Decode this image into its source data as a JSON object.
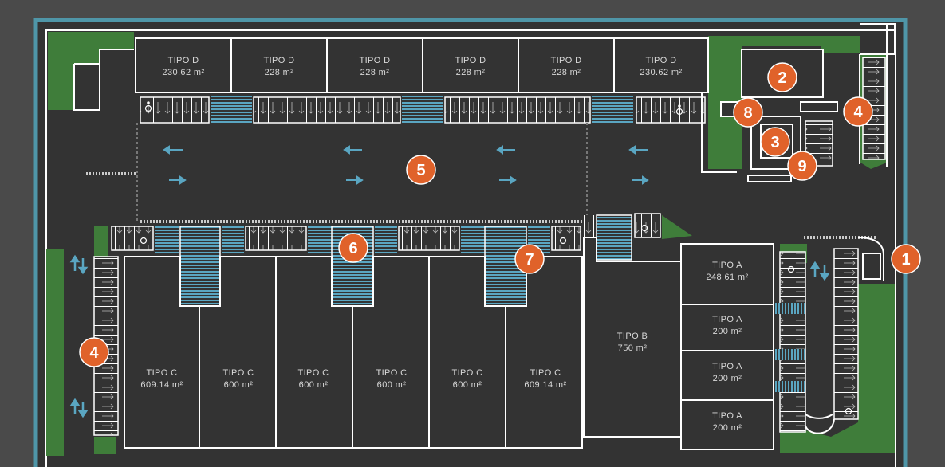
{
  "colors": {
    "background": "#4a4a4a",
    "border": "#4f96a8",
    "lot": "#333333",
    "lot_outline": "#ffffff",
    "green": "#3f7d3a",
    "crosswalk": "#5aa6c2",
    "arrow": "#5aa6c2",
    "marker": "#e0622a"
  },
  "lots": {
    "d1": {
      "type": "TIPO D",
      "area": "230.62 m²"
    },
    "d2": {
      "type": "TIPO D",
      "area": "228 m²"
    },
    "d3": {
      "type": "TIPO D",
      "area": "228 m²"
    },
    "d4": {
      "type": "TIPO D",
      "area": "228 m²"
    },
    "d5": {
      "type": "TIPO D",
      "area": "228 m²"
    },
    "d6": {
      "type": "TIPO D",
      "area": "230.62 m²"
    },
    "c1": {
      "type": "TIPO C",
      "area": "609.14 m²"
    },
    "c2": {
      "type": "TIPO C",
      "area": "600 m²"
    },
    "c3": {
      "type": "TIPO C",
      "area": "600 m²"
    },
    "c4": {
      "type": "TIPO C",
      "area": "600 m²"
    },
    "c5": {
      "type": "TIPO C",
      "area": "600 m²"
    },
    "c6": {
      "type": "TIPO C",
      "area": "609.14 m²"
    },
    "b1": {
      "type": "TIPO B",
      "area": "750 m²"
    },
    "a1": {
      "type": "TIPO A",
      "area": "248.61 m²"
    },
    "a2": {
      "type": "TIPO A",
      "area": "200 m²"
    },
    "a3": {
      "type": "TIPO A",
      "area": "200 m²"
    },
    "a4": {
      "type": "TIPO A",
      "area": "200 m²"
    }
  },
  "markers": {
    "m1": "1",
    "m2": "2",
    "m3": "3",
    "m4_right": "4",
    "m4_left": "4",
    "m5": "5",
    "m6": "6",
    "m7": "7",
    "m8": "8",
    "m9": "9"
  },
  "icons": {
    "accessible": "wheelchair-icon",
    "direction": "arrow-icon"
  }
}
